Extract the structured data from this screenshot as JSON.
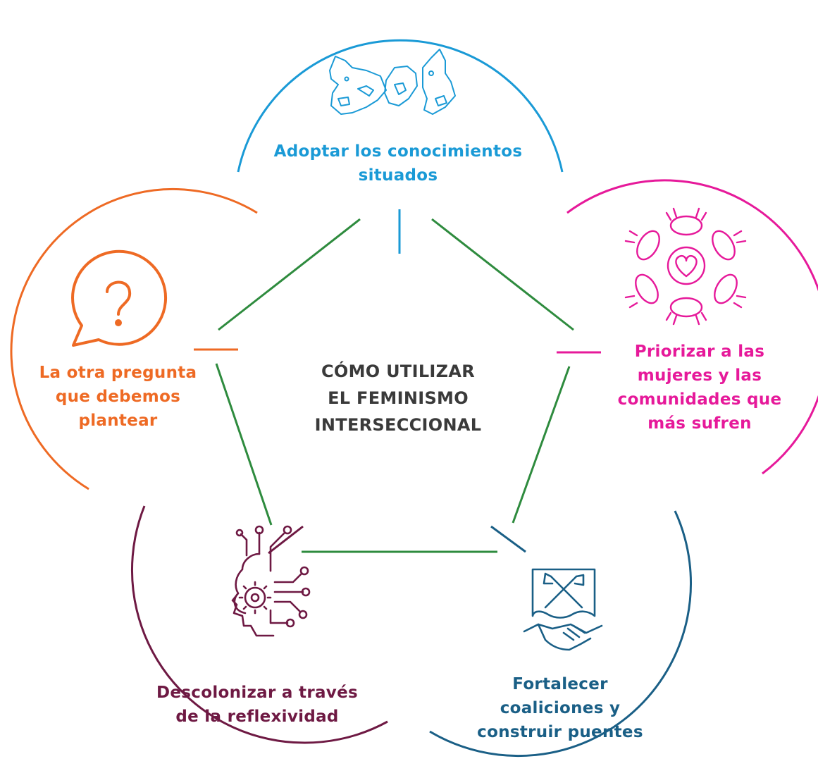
{
  "center": {
    "lines": [
      "CÓMO UTILIZAR",
      "EL FEMINISMO",
      "INTERSECCIONAL"
    ]
  },
  "colors": {
    "center_text": "#3a3a3a",
    "pentagon": "#2e8b3e",
    "top": "#1a9ad6",
    "right": "#e6199a",
    "left": "#ee6a24",
    "bottom_left": "#6e1943",
    "bottom_right": "#1a5f86"
  },
  "nodes": {
    "top": {
      "icon": "world-map-icon",
      "lines": [
        "Adoptar los conocimientos",
        "situados"
      ]
    },
    "right": {
      "icon": "hands-heart-circle-icon",
      "lines": [
        "Priorizar a las",
        "mujeres y las",
        "comunidades que",
        "más sufren"
      ]
    },
    "left": {
      "icon": "question-bubble-icon",
      "lines": [
        "La otra pregunta",
        "que debemos",
        "plantear"
      ]
    },
    "bottom_left": {
      "icon": "head-circuit-gear-icon",
      "lines": [
        "Descolonizar a través",
        "de la reflexividad"
      ]
    },
    "bottom_right": {
      "icon": "handshake-flags-icon",
      "lines": [
        "Fortalecer",
        "coaliciones y",
        "construir puentes"
      ]
    }
  }
}
